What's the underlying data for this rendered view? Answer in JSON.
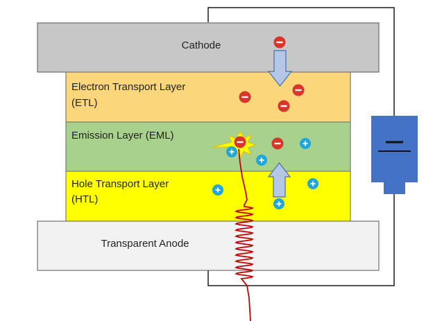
{
  "layers": {
    "cathode": {
      "label": "Cathode",
      "color": "#c8c7c8"
    },
    "etl": {
      "label_line1": "Electron Transport Layer",
      "label_line2": "(ETL)",
      "color": "#fcd67a"
    },
    "eml": {
      "label": "Emission Layer (EML)",
      "color": "#a9d18e"
    },
    "htl": {
      "label_line1": "Hole Transport Layer",
      "label_line2": "(HTL)",
      "color": "#ffff00"
    },
    "anode": {
      "label": "Transparent Anode",
      "color": "#f2f2f2"
    }
  },
  "battery": {
    "color": "#4472c4"
  },
  "arrows": {
    "color": "#b4c7e7"
  },
  "electron": {
    "symbol": "−",
    "color": "#d9362b"
  },
  "hole": {
    "symbol": "+",
    "color": "#1fa7dd"
  },
  "light": {
    "color": "#c00000",
    "burst_color": "#ffff00"
  }
}
